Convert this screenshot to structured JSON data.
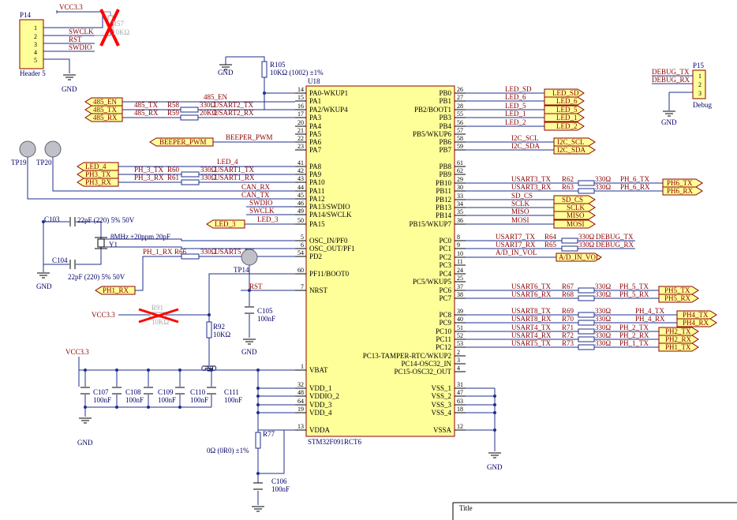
{
  "chip": {
    "designator": "U18",
    "part": "STM32F091RCT6",
    "left_pins": [
      {
        "num": "14",
        "name": "PA0-WKUP1"
      },
      {
        "num": "15",
        "name": "PA1"
      },
      {
        "num": "16",
        "name": "PA2/WKUP4"
      },
      {
        "num": "17",
        "name": "PA3"
      },
      {
        "num": "20",
        "name": "PA4"
      },
      {
        "num": "21",
        "name": "PA5"
      },
      {
        "num": "22",
        "name": "PA6"
      },
      {
        "num": "23",
        "name": "PA7"
      },
      {
        "num": "41",
        "name": "PA8"
      },
      {
        "num": "42",
        "name": "PA9"
      },
      {
        "num": "43",
        "name": "PA10"
      },
      {
        "num": "44",
        "name": "PA11"
      },
      {
        "num": "45",
        "name": "PA12"
      },
      {
        "num": "46",
        "name": "PA13/SWDIO"
      },
      {
        "num": "49",
        "name": "PA14/SWCLK"
      },
      {
        "num": "50",
        "name": "PA15"
      },
      {
        "num": "5",
        "name": "OSC_IN/PF0"
      },
      {
        "num": "6",
        "name": "OSC_OUT/PF1"
      },
      {
        "num": "54",
        "name": "PD2"
      },
      {
        "num": "60",
        "name": "PF11/BOOT0"
      },
      {
        "num": "7",
        "name": "NRST"
      },
      {
        "num": "1",
        "name": "VBAT"
      },
      {
        "num": "32",
        "name": "VDD_1"
      },
      {
        "num": "48",
        "name": "VDDIO_2"
      },
      {
        "num": "64",
        "name": "VDD_3"
      },
      {
        "num": "19",
        "name": "VDD_4"
      },
      {
        "num": "13",
        "name": "VDDA"
      }
    ],
    "right_pins": [
      {
        "num": "26",
        "name": "PB0"
      },
      {
        "num": "27",
        "name": "PB1"
      },
      {
        "num": "28",
        "name": "PB2/BOOT1"
      },
      {
        "num": "55",
        "name": "PB3"
      },
      {
        "num": "56",
        "name": "PB4"
      },
      {
        "num": "57",
        "name": "PB5/WKUP6"
      },
      {
        "num": "58",
        "name": "PB6"
      },
      {
        "num": "59",
        "name": "PB7"
      },
      {
        "num": "61",
        "name": "PB8"
      },
      {
        "num": "62",
        "name": "PB9"
      },
      {
        "num": "29",
        "name": "PB10"
      },
      {
        "num": "30",
        "name": "PB11"
      },
      {
        "num": "33",
        "name": "PB12"
      },
      {
        "num": "34",
        "name": "PB13"
      },
      {
        "num": "35",
        "name": "PB14"
      },
      {
        "num": "36",
        "name": "PB15/WKUP7"
      },
      {
        "num": "8",
        "name": "PC0"
      },
      {
        "num": "9",
        "name": "PC1"
      },
      {
        "num": "10",
        "name": "PC2"
      },
      {
        "num": "11",
        "name": "PC3"
      },
      {
        "num": "24",
        "name": "PC4"
      },
      {
        "num": "25",
        "name": "PC5/WKUP5"
      },
      {
        "num": "37",
        "name": "PC6"
      },
      {
        "num": "38",
        "name": "PC7"
      },
      {
        "num": "39",
        "name": "PC8"
      },
      {
        "num": "40",
        "name": "PC9"
      },
      {
        "num": "51",
        "name": "PC10"
      },
      {
        "num": "52",
        "name": "PC11"
      },
      {
        "num": "53",
        "name": "PC12"
      },
      {
        "num": "2",
        "name": "PC13-TAMPER-RTC/WKUP2"
      },
      {
        "num": "3",
        "name": "PC14-OSC32_IN"
      },
      {
        "num": "4",
        "name": "PC15-OSC32_OUT"
      },
      {
        "num": "31",
        "name": "VSS_1"
      },
      {
        "num": "47",
        "name": "VSS_2"
      },
      {
        "num": "63",
        "name": "VSS_3"
      },
      {
        "num": "18",
        "name": "VSS_4"
      },
      {
        "num": "12",
        "name": "VSSA"
      }
    ]
  },
  "header_p14": {
    "designator": "P14",
    "label": "Header 5",
    "pins": [
      "1",
      "2",
      "3",
      "4",
      "5"
    ],
    "nets": [
      "SWCLK",
      "RST",
      "SWDIO"
    ],
    "power": "VCC3.3",
    "gnd": "GND",
    "r57": "R57",
    "r57_value": "10KΩ"
  },
  "header_p15": {
    "designator": "P15",
    "label": "Debug",
    "pins": [
      "1",
      "2",
      "3"
    ],
    "nets": [
      "DEBUG_TX",
      "DEBUG_RX"
    ],
    "gnd": "GND"
  },
  "r105": {
    "designator": "R105",
    "value": "10KΩ (1002) ±1%",
    "gnd": "GND"
  },
  "left_nets": {
    "pa1": "485_EN",
    "pa2_net": "485_TX",
    "pa2_res": "R58",
    "pa2_val": "330Ω",
    "pa2_sig": "USART2_TX",
    "pa3_net": "485_RX",
    "pa3_res": "R59",
    "pa3_val": "20KΩ",
    "pa3_sig": "USART2_RX",
    "pa6": "BEEPER_PWM",
    "pa8": "LED_4",
    "pa9_net": "PH_3_TX",
    "pa9_res": "R60",
    "pa9_val": "330Ω",
    "pa9_sig": "USART1_TX",
    "pa10_net": "PH_3_RX",
    "pa10_res": "R61",
    "pa10_val": "330Ω",
    "pa10_sig": "USART1_RX",
    "pa11": "CAN_RX",
    "pa12": "CAN_TX",
    "pa13": "SWDIO",
    "pa14": "SWCLK",
    "pa15": "LED_3",
    "pd2_net": "PH_1_RX",
    "pd2_res": "R66",
    "pd2_val": "330Ω",
    "pd2_sig": "USART5_RX",
    "nrst": "RST"
  },
  "left_ports": [
    "485_EN",
    "485_TX",
    "485_RX",
    "BEEPER_PWM",
    "LED_4",
    "PH3_TX",
    "PH3_RX",
    "LED_3",
    "PH1_RX"
  ],
  "test_points": [
    "TP19",
    "TP20",
    "TP14"
  ],
  "crystal": {
    "c103": "C103",
    "c103_val": "22pF (220) 5% 50V",
    "c104": "C104",
    "c104_val": "22pF (220) 5% 50V",
    "y1": "Y1",
    "y1_val": "8MHz ±20ppm 20pF",
    "gnd": "GND"
  },
  "reset": {
    "vcc": "VCC3.3",
    "r91": "R91",
    "r91_val": "10KΩ",
    "r92": "R92",
    "r92_val": "10KΩ",
    "c105": "C105",
    "c105_val": "100nF",
    "gnd": "GND"
  },
  "power": {
    "vcc": "VCC3.3",
    "caps": [
      {
        "ref": "C107",
        "val": "100nF"
      },
      {
        "ref": "C108",
        "val": "100nF"
      },
      {
        "ref": "C109",
        "val": "100nF"
      },
      {
        "ref": "C110",
        "val": "100nF"
      },
      {
        "ref": "C111",
        "val": "100nF"
      }
    ],
    "gnd": "GND",
    "r77": "R77",
    "r77_val": "0Ω (0R0) ±1%",
    "c106": "C106",
    "c106_val": "100nF",
    "gnd_right": "GND"
  },
  "right_nets": {
    "pb0": "LED_SD",
    "pb1": "LED_6",
    "pb2": "LED_5",
    "pb3": "LED_1",
    "pb4": "LED_2",
    "pb6": "I2C_SCL",
    "pb7": "I2C_SDA",
    "pb10_sig": "USART3_TX",
    "pb10_res": "R62",
    "pb10_val": "330Ω",
    "pb10_net": "PH_6_TX",
    "pb11_sig": "USART3_RX",
    "pb11_res": "R63",
    "pb11_val": "330Ω",
    "pb11_net": "PH_6_RX",
    "pb12": "SD_CS",
    "pb13": "SCLK",
    "pb14": "MISO",
    "pb15": "MOSI",
    "pc0_sig": "USART7_TX",
    "pc0_res": "R64",
    "pc0_val": "330Ω",
    "pc0_net": "DEBUG_TX",
    "pc1_sig": "USART7_RX",
    "pc1_res": "R65",
    "pc1_val": "330Ω",
    "pc1_net": "DEBUG_RX",
    "pc2": "A/D_IN_VOL",
    "pc6_sig": "USART6_TX",
    "pc6_res": "R67",
    "pc6_val": "330Ω",
    "pc6_net": "PH_5_TX",
    "pc7_sig": "USART6_RX",
    "pc7_res": "R68",
    "pc7_val": "330Ω",
    "pc7_net": "PH_5_RX",
    "pc8_sig": "USART8_TX",
    "pc8_res": "R69",
    "pc8_val": "330Ω",
    "pc8_net": "PH_4_TX",
    "pc9_sig": "USART8_RX",
    "pc9_res": "R70",
    "pc9_val": "330Ω",
    "pc9_net": "PH_4_RX",
    "pc10_sig": "USART4_TX",
    "pc10_res": "R71",
    "pc10_val": "330Ω",
    "pc10_net": "PH_2_TX",
    "pc11_sig": "USART4_RX",
    "pc11_res": "R72",
    "pc11_val": "330Ω",
    "pc11_net": "PH_2_RX",
    "pc12_sig": "USART5_TX",
    "pc12_res": "R73",
    "pc12_val": "330Ω",
    "pc12_net": "PH_1_TX"
  },
  "right_ports": [
    "LED_SD",
    "LED_6",
    "LED_5",
    "LED_1",
    "LED_2",
    "I2C_SCL",
    "I2C_SDA",
    "PH6_TX",
    "PH6_RX",
    "SD_CS",
    "SCLK",
    "MISO",
    "MOSI",
    "A/D_IN_VOL",
    "PH5_TX",
    "PH5_RX",
    "PH4_TX",
    "PH4_RX",
    "PH2_TX",
    "PH2_RX",
    "PH1_TX"
  ],
  "title_block": {
    "title": "Title"
  }
}
